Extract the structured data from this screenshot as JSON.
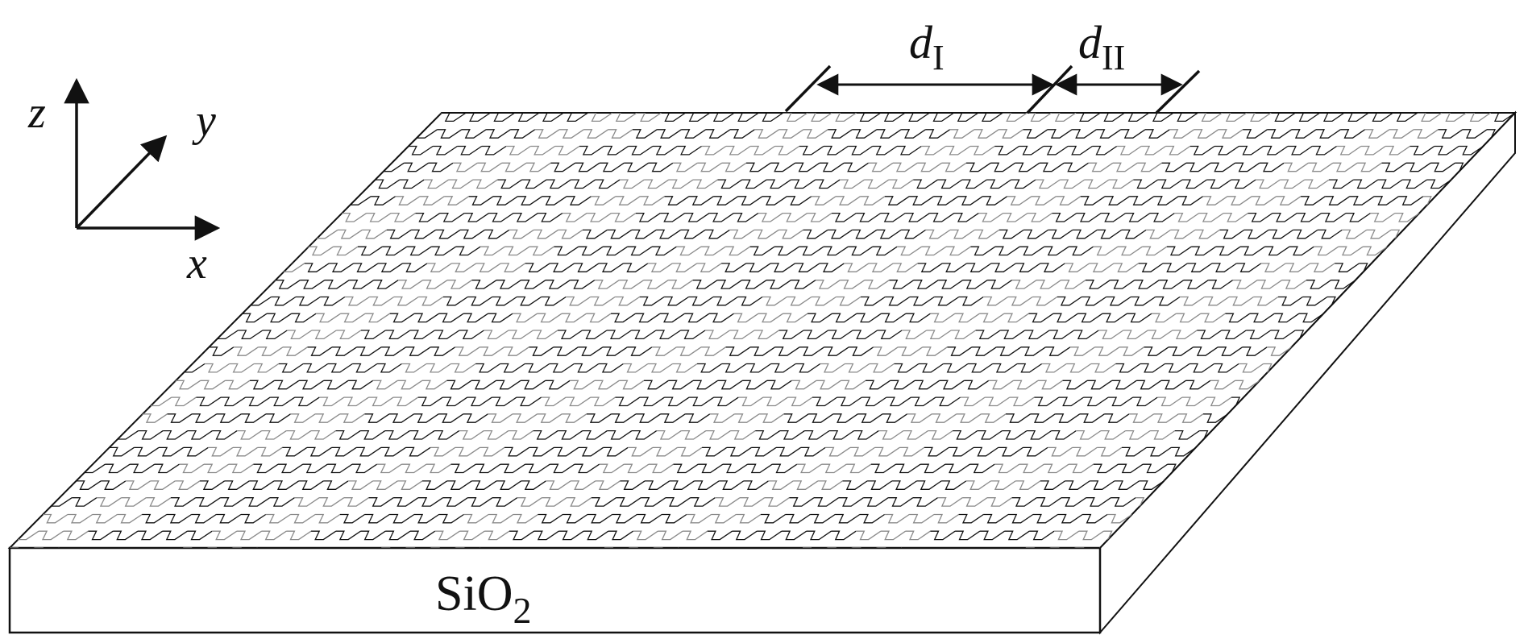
{
  "axes": {
    "z_label": "z",
    "y_label": "y",
    "x_label": "x"
  },
  "dimensions": {
    "d1": {
      "symbol": "d",
      "subscript": "I"
    },
    "d2": {
      "symbol": "d",
      "subscript": "II"
    }
  },
  "substrate": {
    "label_main": "SiO",
    "label_sub": "2"
  },
  "colors": {
    "line": "#111111",
    "strained_region": "#8a8a8a",
    "background": "#ffffff"
  }
}
